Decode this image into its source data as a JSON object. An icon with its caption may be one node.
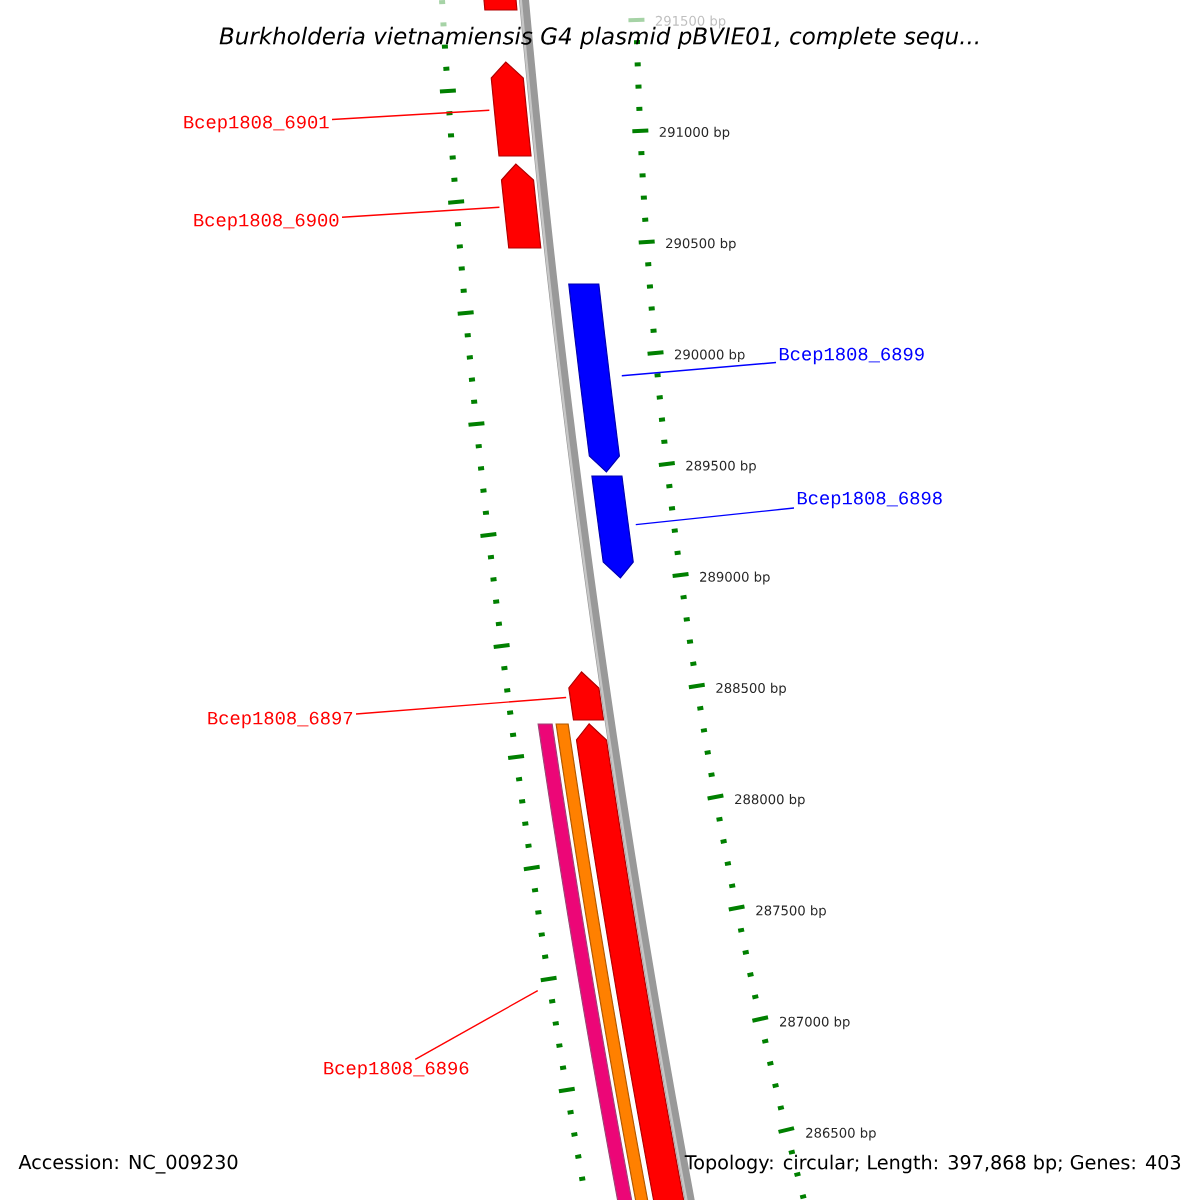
{
  "diagram": {
    "title": "Burkholderia vietnamiensis G4 plasmid pBVIE01, complete sequ...",
    "nodes": [
      {
        "text": [],
        "shape": "bar"
      },
      {
        "text": [
          "Bcep1808_6901"
        ]
      },
      {
        "text": [],
        "shape": "arrow"
      },
      {
        "text": [
          "Bcep1808_6900"
        ]
      },
      {
        "text": [],
        "shape": "arrow"
      },
      {
        "text": [
          "Bcep1808_6899"
        ]
      },
      {
        "text": [],
        "shape": "arrow"
      },
      {
        "text": [
          "Bcep1808_6898"
        ]
      },
      {
        "text": [],
        "shape": "arrow"
      },
      {
        "text": [
          "Bcep1808_6897"
        ]
      },
      {
        "text": [],
        "shape": "arrow"
      },
      {
        "text": [
          "Bcep1808_6896"
        ]
      },
      {
        "text": [],
        "shape": "bar"
      },
      {
        "text": [],
        "shape": "bar"
      },
      {
        "text": [],
        "shape": "arrow"
      }
    ],
    "edges": [
      {
        "from": 1,
        "to": 2,
        "arrow": "none"
      },
      {
        "from": 3,
        "to": 4,
        "arrow": "none"
      },
      {
        "from": 5,
        "to": 6,
        "arrow": "none",
        "color": "#0000ff"
      },
      {
        "from": 7,
        "to": 8,
        "arrow": "none",
        "color": "#0000ff"
      },
      {
        "from": 9,
        "to": 10,
        "arrow": "none"
      },
      {
        "from": 11,
        "to": 12,
        "arrow": "none"
      }
    ],
    "labels": [
      "291500 bp",
      "291000 bp",
      "290500 bp",
      "290000 bp",
      "289500 bp",
      "289000 bp",
      "288500 bp",
      "288000 bp",
      "287500 bp",
      "287000 bp",
      "286500 bp",
      "Accession: NC_009230",
      "Topology: circular; Length: 397,868 bp; Genes: 403"
    ]
  }
}
